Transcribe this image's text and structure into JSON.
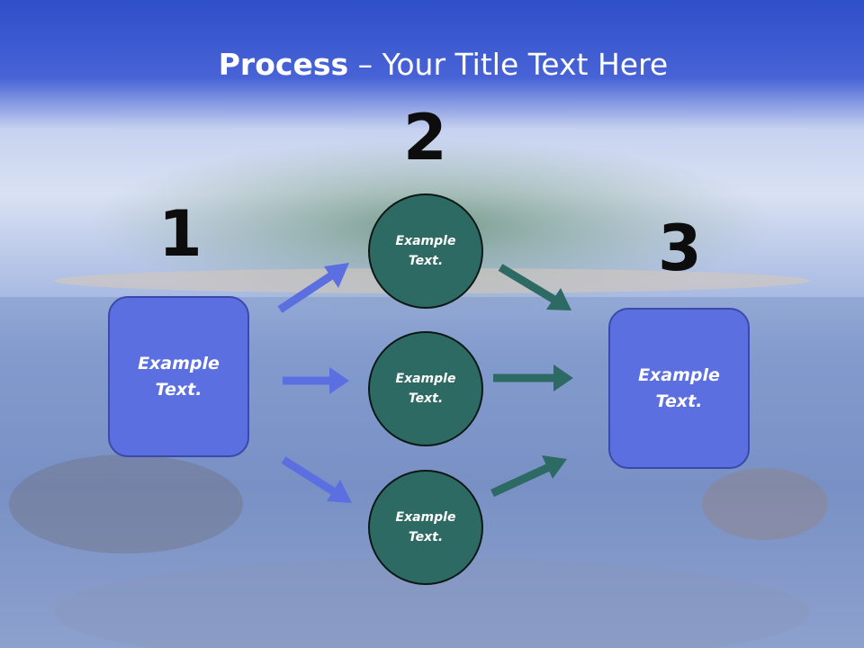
{
  "title": {
    "bold": "Process",
    "rest": " – Your Title Text Here"
  },
  "steps": {
    "one": "1",
    "two": "2",
    "three": "3"
  },
  "left_box": {
    "text": "Example Text."
  },
  "right_box": {
    "text": "Example Text."
  },
  "circles": [
    {
      "text": "Example Text."
    },
    {
      "text": "Example Text."
    },
    {
      "text": "Example Text."
    }
  ],
  "colors": {
    "box_fill": "#5b6fe0",
    "circle_fill": "#2e6a64",
    "arrow_blue": "#5b6fe0",
    "arrow_green": "#2e6a64"
  }
}
